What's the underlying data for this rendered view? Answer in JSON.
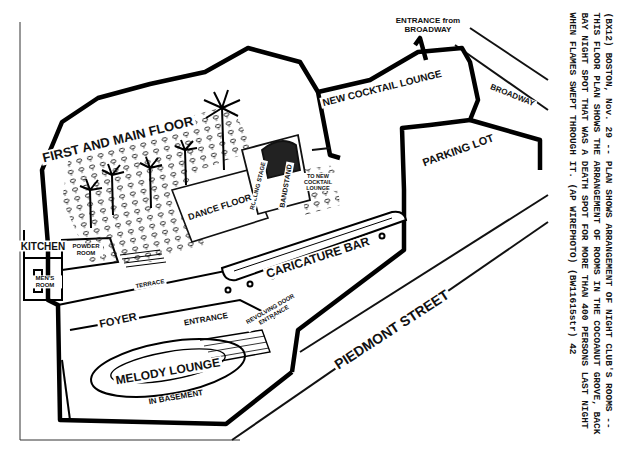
{
  "diagram": {
    "caption": "(BX12) BOSTON, Nov. 29 -- PLAN SHOWS ARRANGEMENT OF NIGHT CLUB'S ROOMS -- THIS FLOOR PLAN SHOWS THE ARRANGEMENT OF ROOMS IN THE COCOANUT GROVE, BACK BAY NIGHT SPOT THAT WAS A DEATH SPOT FOR MORE THAN 400 PERSONS LAST NIGHT WHEN FLAMES SWEPT THROUGH IT. (AP WIREPHOTO) (BW11615str) 42",
    "labels": [
      "ENTRANCE from BROADWAY",
      "NEW COCKTAIL LOUNGE",
      "BROADWAY",
      "PARKING LOT",
      "FIRST AND MAIN FLOOR",
      "BANDSTAND",
      "ROLLING STAGE",
      "TO NEW COCKTAIL LOUNGE",
      "DANCE FLOOR",
      "KITCHEN",
      "POWDER ROOM",
      "MEN'S ROOM",
      "TERRACE",
      "CARICATURE BAR",
      "FOYER",
      "ENTRANCE",
      "REVOLVING DOOR ENTRANCE",
      "MELODY LOUNGE",
      "IN BASEMENT",
      "PIEDMONT STREET"
    ]
  }
}
